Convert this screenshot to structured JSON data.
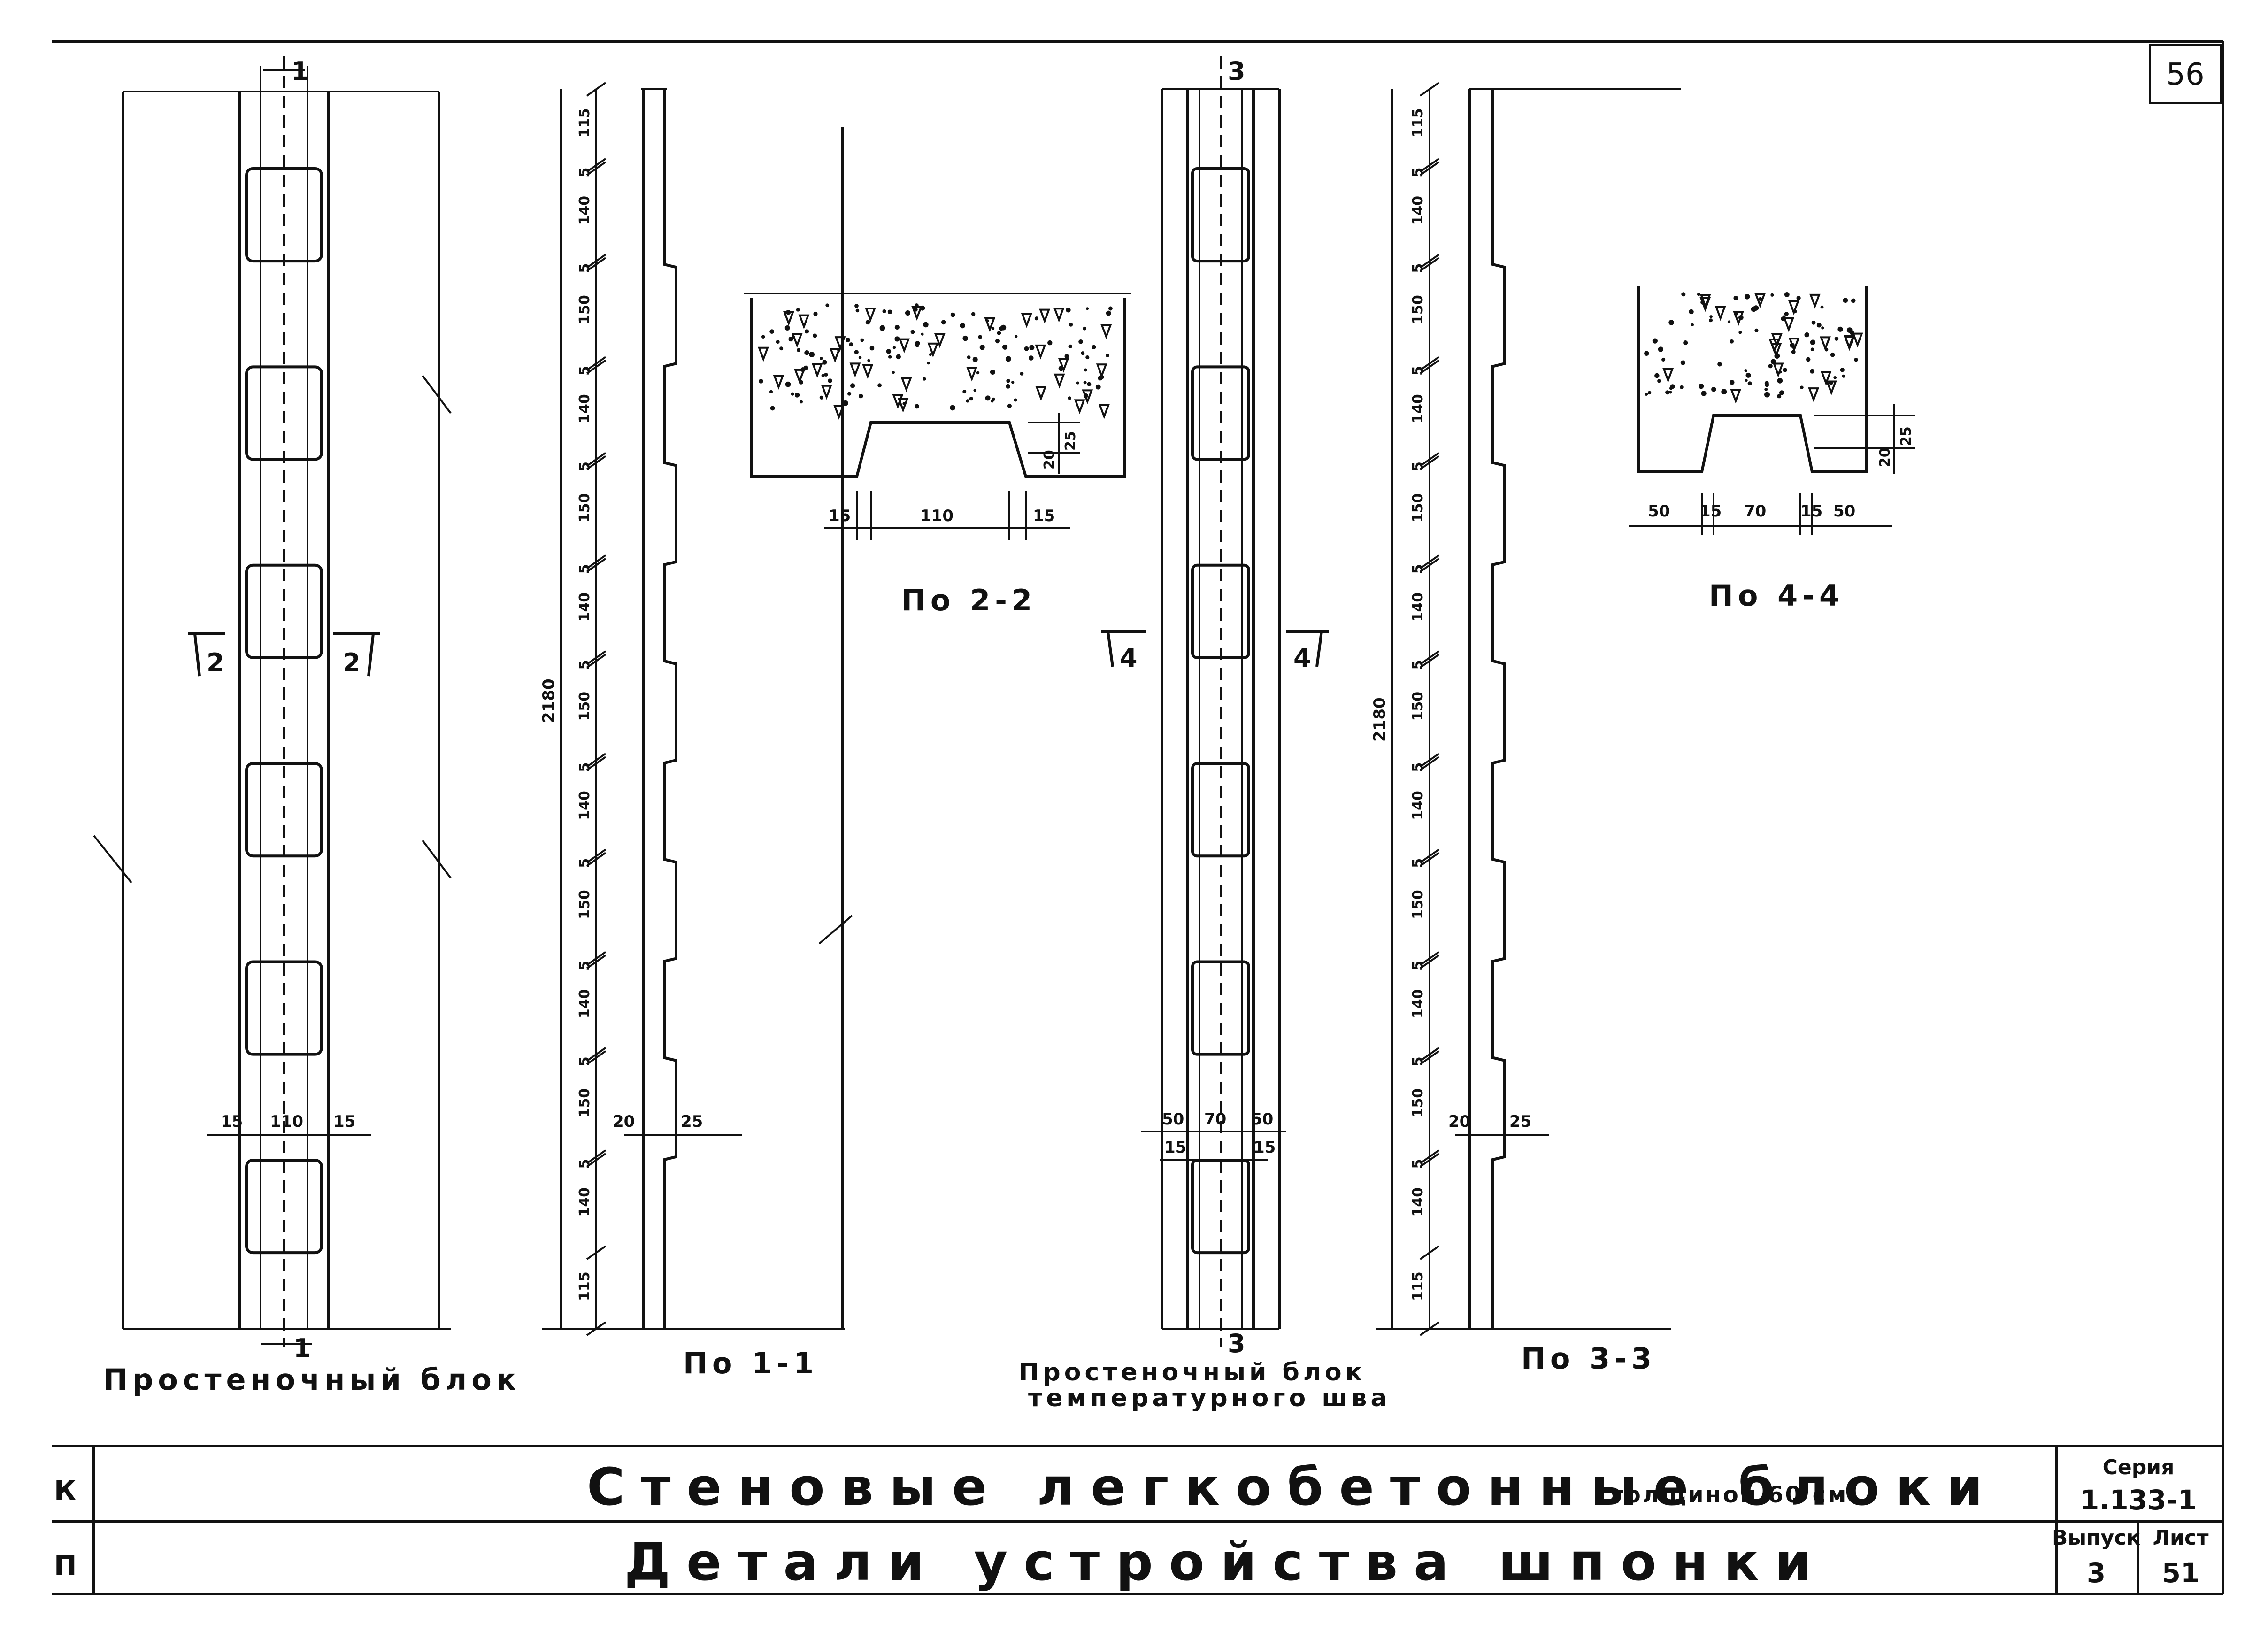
{
  "page_number": "56",
  "views": {
    "view1": {
      "caption": "Простеночный блок",
      "section_top": "1",
      "section_bottom": "1",
      "cut_left": "2",
      "cut_right": "2",
      "dim_left": "15",
      "dim_mid": "110",
      "dim_right": "15"
    },
    "view2": {
      "caption": "По 1-1",
      "total": "2180",
      "dims": [
        "115",
        "5",
        "140",
        "5",
        "150",
        "5",
        "140",
        "5",
        "150",
        "5",
        "140",
        "5",
        "150",
        "5",
        "140",
        "5",
        "150",
        "5",
        "140",
        "5",
        "150",
        "5",
        "140",
        "115"
      ],
      "dim_a": "20",
      "dim_b": "25"
    },
    "detail22": {
      "caption": "По 2-2",
      "dim_left": "15",
      "dim_mid": "110",
      "dim_right": "15",
      "dim_h1": "20",
      "dim_h2": "25"
    },
    "view3": {
      "caption_line1": "Простеночный блок",
      "caption_line2": "температурного шва",
      "section_top": "3",
      "section_bottom": "3",
      "cut_left": "4",
      "cut_right": "4",
      "dims_top": [
        "50",
        "70",
        "50"
      ],
      "dims_bottom": [
        "15",
        "15"
      ]
    },
    "view4": {
      "caption": "По 3-3",
      "total": "2180",
      "dim_a": "20",
      "dim_b": "25"
    },
    "detail44": {
      "caption": "По 4-4",
      "dims": [
        "50",
        "15",
        "70",
        "15",
        "50"
      ],
      "dim_h1": "20",
      "dim_h2": "25"
    }
  },
  "title_block": {
    "row1_left": "К",
    "row2_left": "П",
    "title": "Стеновые легкобетонные блоки",
    "title_suffix": "толщиной 60 см",
    "subtitle": "Детали устройства шпонки",
    "series_label": "Серия",
    "series_value": "1.133-1",
    "issue_label": "Выпуск",
    "issue_value": "3",
    "sheet_label": "Лист",
    "sheet_value": "51"
  }
}
